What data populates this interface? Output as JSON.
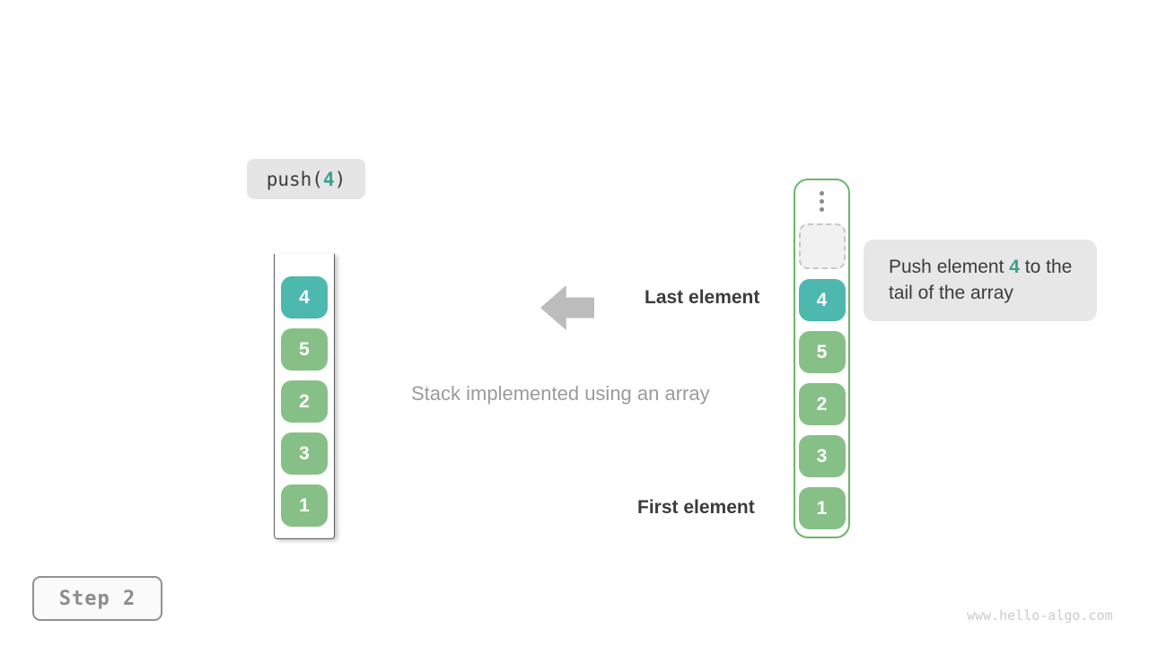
{
  "colors": {
    "teal": "#4db8ae",
    "teal_text": "#3aa08f",
    "green": "#87c087",
    "green_border": "#6db56d",
    "cell_text": "#ffffff",
    "dark_text": "#3c3c3c",
    "muted_text": "#9b9b9b",
    "arrow": "#bcbcbc",
    "label_bg": "#e5e5e5",
    "tooltip_bg": "#e7e7e7",
    "dashed_bg": "#f1f1f1",
    "dashed_border": "#c6c6c6",
    "dots": "#8a8a8a",
    "step_bg": "#fafafa",
    "step_border": "#919191",
    "step_text": "#8c8c8c",
    "watermark_text": "#cbcbcb"
  },
  "operation": {
    "prefix": "push(",
    "value": "4",
    "suffix": ")"
  },
  "stack": {
    "values": [
      "4",
      "5",
      "2",
      "3",
      "1"
    ],
    "highlight_index": 0
  },
  "array": {
    "values": [
      "4",
      "5",
      "2",
      "3",
      "1"
    ],
    "highlight_index": 0,
    "has_empty_slot": true
  },
  "annotations": {
    "last_element": "Last element",
    "first_element": "First element",
    "caption": "Stack implemented using an array"
  },
  "tooltip": {
    "text_before": "Push element ",
    "value": "4",
    "text_after": " to the tail of the array"
  },
  "step": {
    "label": "Step 2"
  },
  "watermark": "www.hello-algo.com"
}
